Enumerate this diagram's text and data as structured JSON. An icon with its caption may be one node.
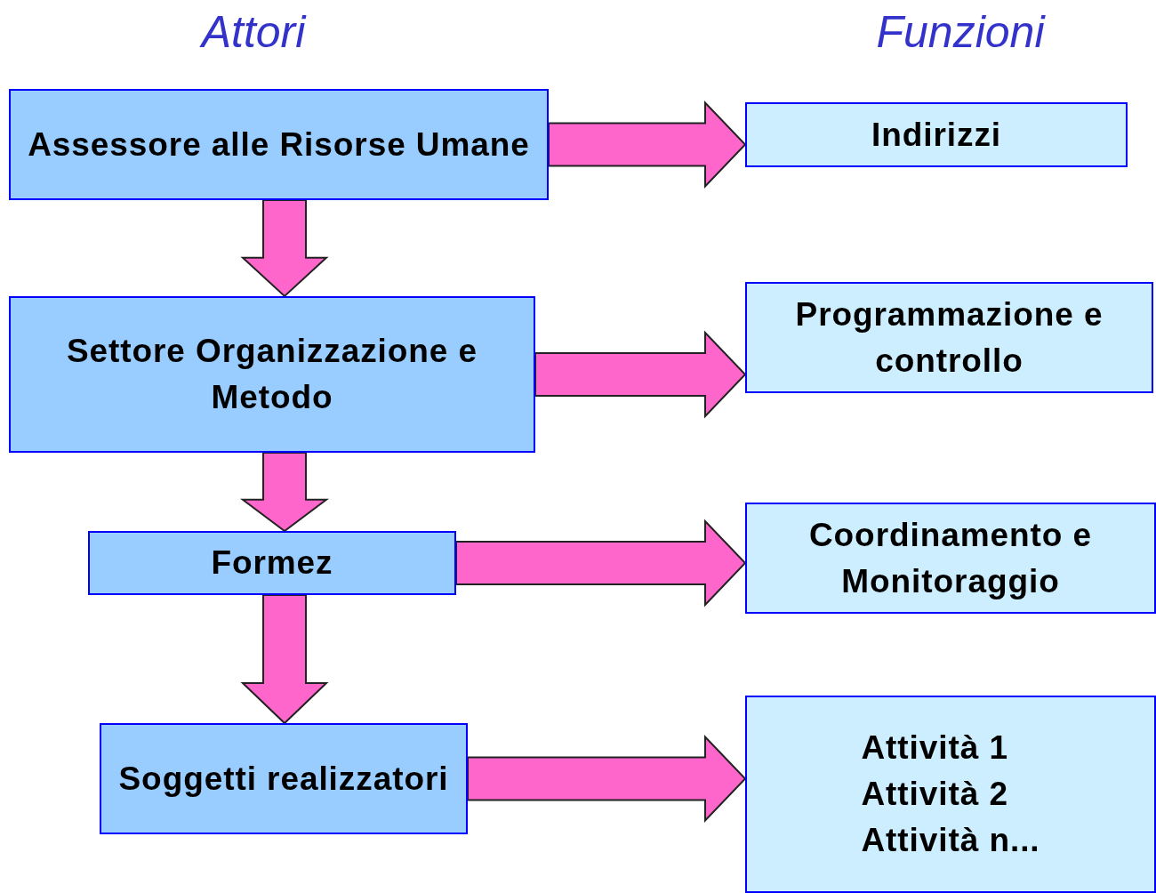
{
  "diagram": {
    "nodes": [
      {
        "text": [
          "Assessore alle Risorse Umane"
        ]
      },
      {
        "text": [
          "Indirizzi"
        ]
      },
      {
        "text": [
          "Settore Organizzazione e Metodo"
        ]
      },
      {
        "text": [
          "Programmazione e controllo"
        ]
      },
      {
        "text": [
          "Formez"
        ]
      },
      {
        "text": [
          "Coordinamento e Monitoraggio"
        ]
      },
      {
        "text": [
          "Soggetti realizzatori"
        ]
      },
      {
        "text": [
          "Attività 1",
          "Attività 2",
          "Attività n..."
        ]
      }
    ],
    "edges": [
      {
        "from": 0,
        "to": 1,
        "arrow": "to"
      },
      {
        "from": 0,
        "to": 2,
        "arrow": "to"
      },
      {
        "from": 2,
        "to": 3,
        "arrow": "to"
      },
      {
        "from": 2,
        "to": 4,
        "arrow": "to"
      },
      {
        "from": 4,
        "to": 5,
        "arrow": "to"
      },
      {
        "from": 4,
        "to": 6,
        "arrow": "to"
      },
      {
        "from": 6,
        "to": 7,
        "arrow": "to"
      }
    ],
    "labels": [
      "Attori",
      "Funzioni"
    ]
  }
}
